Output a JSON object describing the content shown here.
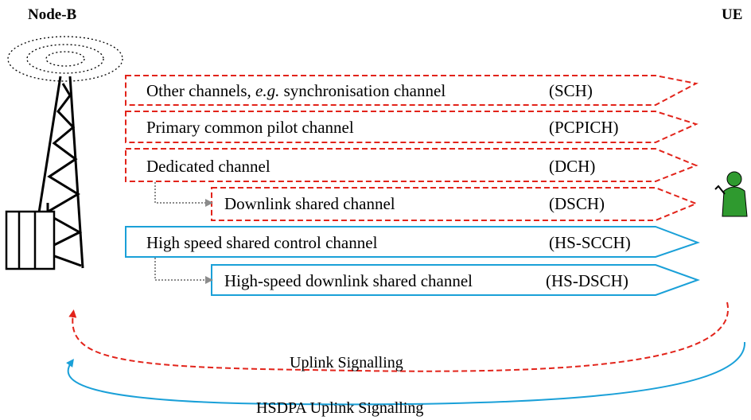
{
  "header": {
    "left_label": "Node-B",
    "right_label": "UE"
  },
  "colors": {
    "dashed_red": "#e2231a",
    "solid_blue": "#1aa0d8",
    "connector_gray": "#8c8c8c",
    "ue_green": "#2f9a2f"
  },
  "channels": [
    {
      "name_pre": "Other channels, ",
      "name_em": "e.g.",
      "name_post": " synchronisation channel",
      "abbr": "(SCH)",
      "style": "dashed-red"
    },
    {
      "name_pre": "Primary common pilot channel",
      "abbr": "(PCPICH)",
      "style": "dashed-red"
    },
    {
      "name_pre": "Dedicated channel",
      "abbr": "(DCH)",
      "style": "dashed-red"
    },
    {
      "name_pre": "Downlink shared channel",
      "abbr": "(DSCH)",
      "style": "dashed-red"
    },
    {
      "name_pre": "High speed shared control channel",
      "abbr": "(HS-SCCH)",
      "style": "solid-blue"
    },
    {
      "name_pre": "High-speed downlink shared channel",
      "abbr": "(HS-DSCH)",
      "style": "solid-blue"
    }
  ],
  "signalling": [
    {
      "label": "Uplink Signalling",
      "style": "dashed-red"
    },
    {
      "label": "HSDPA Uplink Signalling",
      "style": "solid-blue"
    }
  ],
  "icons": {
    "tower": "radio-tower-icon",
    "ue": "ue-person-icon"
  }
}
